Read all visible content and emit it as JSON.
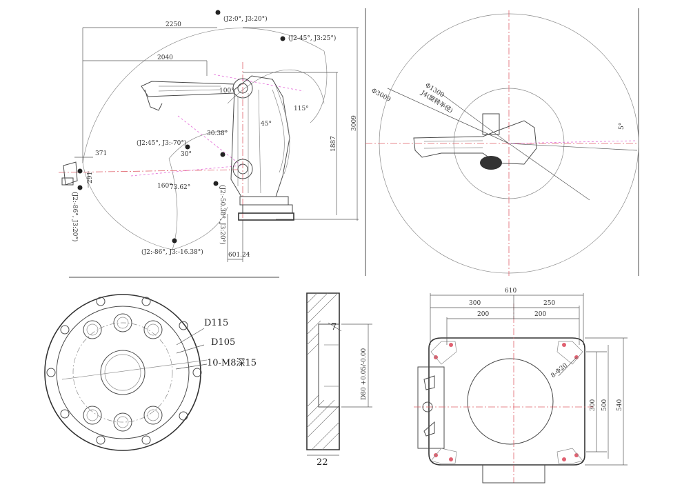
{
  "side_view": {
    "dims": {
      "reach_2250": "2250",
      "reach_2040": "2040",
      "d_371": "371",
      "d_291": "291",
      "d_601": "601.24",
      "h_1887": "1887",
      "h_3009": "3009",
      "angle_100": "100°",
      "angle_115": "115°",
      "angle_30": "30°",
      "angle_30_38": "30.38°",
      "angle_45": "45°",
      "angle_160": "160°",
      "angle_73": "73.62°"
    },
    "points": {
      "p1": "(J2:0°, J3:20°)",
      "p2": "(J2-45°, J3:25°)",
      "p3": "(J2:45°, J3:-70°)",
      "p4": "(J2:-86°, J3:-16.38°)",
      "p5": "(J2:-50.38°, J3:20°)",
      "p6": "(J2:-86°, J3:20°)"
    }
  },
  "top_view": {
    "dims": {
      "r_outer": "Φ3009",
      "r_inner": "Φ1300",
      "r_inner_note": "J4(旋转半径)",
      "angle_5": "5°"
    }
  },
  "flange_front": {
    "labels": {
      "d115": "D115",
      "d105": "D105",
      "holes": "10-M8深15"
    }
  },
  "flange_side": {
    "labels": {
      "depth": "7",
      "bore": "D80 +0.05/-0.00",
      "thick": "22"
    }
  },
  "base_plate": {
    "dims": {
      "total_w": "610",
      "left_w": "300",
      "right_w": "250",
      "inner_l": "200",
      "inner_r": "200",
      "h_300": "300",
      "h_500": "500",
      "h_540": "540",
      "holes": "8-Φ20"
    }
  }
}
